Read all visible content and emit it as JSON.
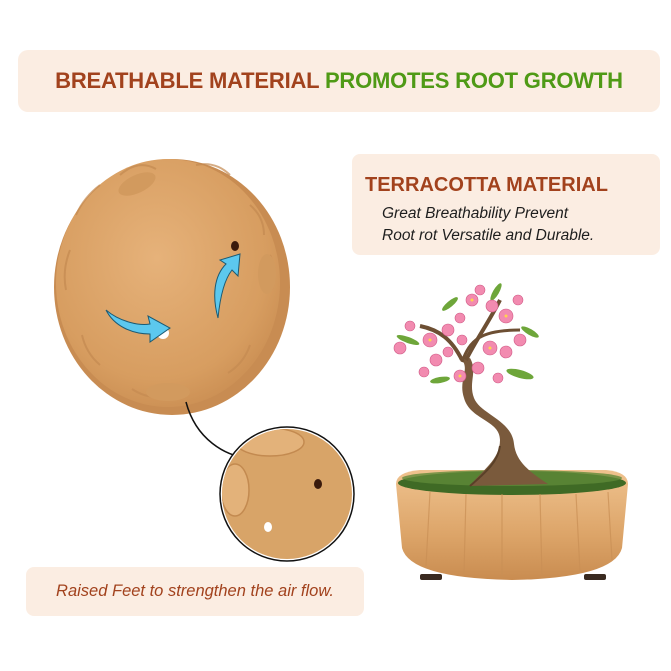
{
  "banner": {
    "part1": "BREATHABLE MATERIAL",
    "part2": "PROMOTES ROOT GROWTH"
  },
  "info": {
    "title": "TERRACOTTA MATERIAL",
    "line1": "Great Breathability Prevent",
    "line2": "Root rot Versatile and Durable."
  },
  "feet_caption": "Raised Feet to strengthen the air flow.",
  "colors": {
    "brown_text": "#a2421d",
    "green_text": "#4f9a16",
    "panel_bg": "#fbede2",
    "terracotta": "#d9a468",
    "arrow": "#5cc8ee"
  },
  "icons": [
    "blue-arrow-icon",
    "black-curved-arrow-icon"
  ]
}
